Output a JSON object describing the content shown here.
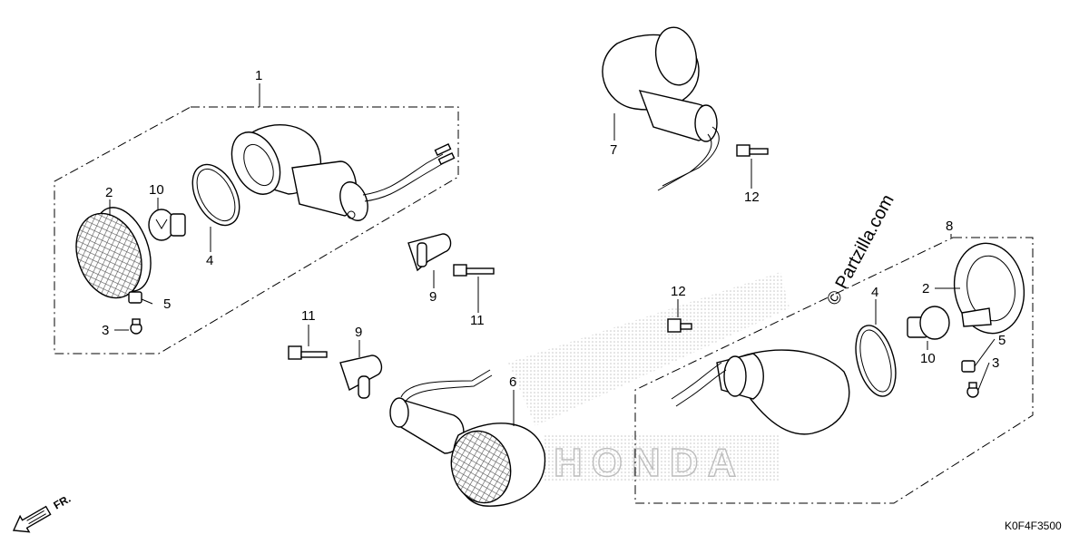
{
  "diagram": {
    "watermark": "© Partzilla.com",
    "diagram_code": "K0F4F3500",
    "direction_label": "FR.",
    "background_logo": "HONDA",
    "callouts": {
      "c1": "1",
      "c2_left": "2",
      "c3_left": "3",
      "c4_left": "4",
      "c5_left": "5",
      "c10_left": "10",
      "c7": "7",
      "c12_top": "12",
      "c9_top": "9",
      "c11_top": "11",
      "c11_bottom": "11",
      "c9_bottom": "9",
      "c6": "6",
      "c12_mid": "12",
      "c8": "8",
      "c2_right": "2",
      "c4_right": "4",
      "c10_right": "10",
      "c5_right": "5",
      "c3_right": "3"
    },
    "icons": {
      "front_arrow": "arrow-down-left-icon",
      "copyright": "copyright-icon"
    }
  }
}
